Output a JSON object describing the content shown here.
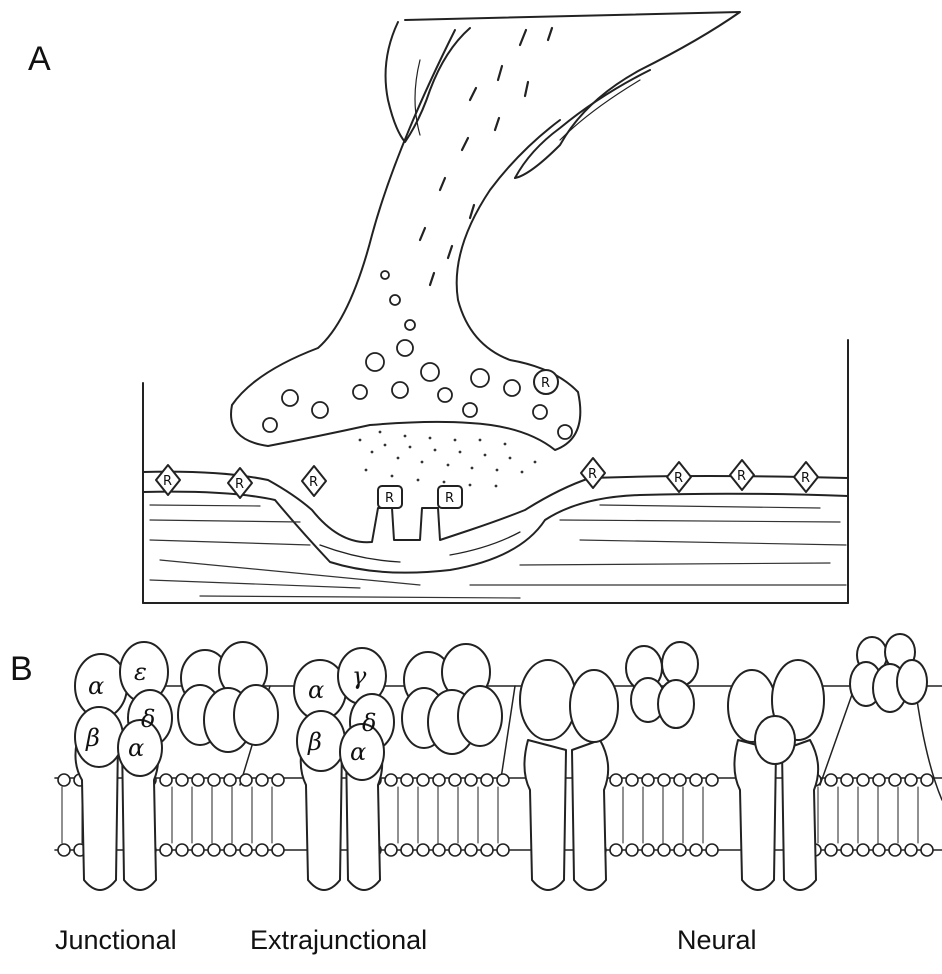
{
  "panels": {
    "a": {
      "label": "A",
      "receptor_mark": "R"
    },
    "b": {
      "label": "B",
      "subunits": {
        "alpha": "α",
        "beta": "β",
        "gamma": "γ",
        "delta": "δ",
        "epsilon": "ε"
      },
      "captions": {
        "junctional": "Junctional",
        "extrajunctional": "Extrajunctional",
        "neural": "Neural"
      }
    }
  }
}
